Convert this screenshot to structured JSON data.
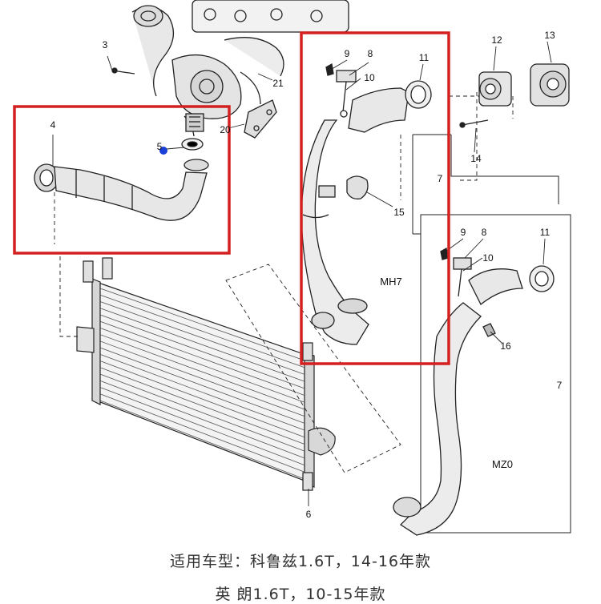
{
  "diagram": {
    "callouts": {
      "n1": "3",
      "n2": "21",
      "n3": "20",
      "n4": "4",
      "n5": "5",
      "n6": "9",
      "n7": "8",
      "n8": "10",
      "n9": "11",
      "n10": "12",
      "n11": "13",
      "n12": "14",
      "n13": "7",
      "n14": "15",
      "n15": "9",
      "n16": "8",
      "n17": "10",
      "n18": "11",
      "n19": "16",
      "n20": "7",
      "n21": "6"
    },
    "variant_labels": {
      "mh7": "MH7",
      "mz0": "MZ0"
    },
    "highlight_color": "#d42020",
    "marker_color": "#1a3fd6"
  },
  "caption": {
    "line1": "适用车型：科鲁兹1.6T，14-16年款",
    "line2": "英  朗1.6T，10-15年款"
  }
}
